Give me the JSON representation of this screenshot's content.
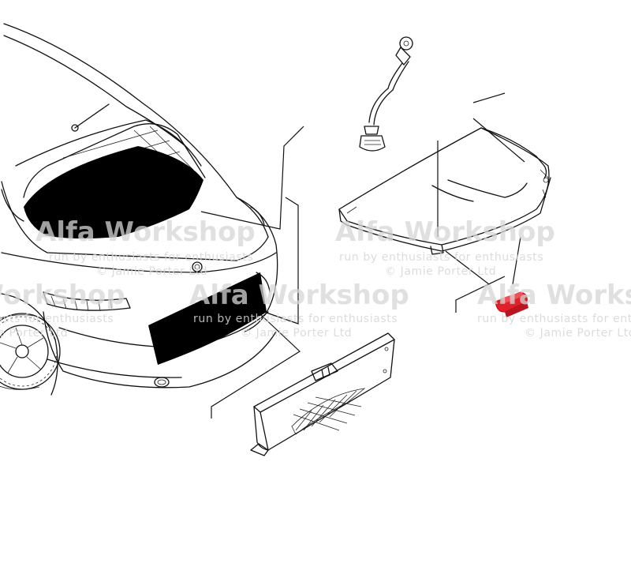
{
  "watermark": {
    "title": "Alfa Workshop",
    "tagline": "run by enthusiasts for enthusiasts",
    "credit": "© Jamie Porter Ltd"
  },
  "highlight_color": "#e0202a",
  "ink_color": "#111111"
}
